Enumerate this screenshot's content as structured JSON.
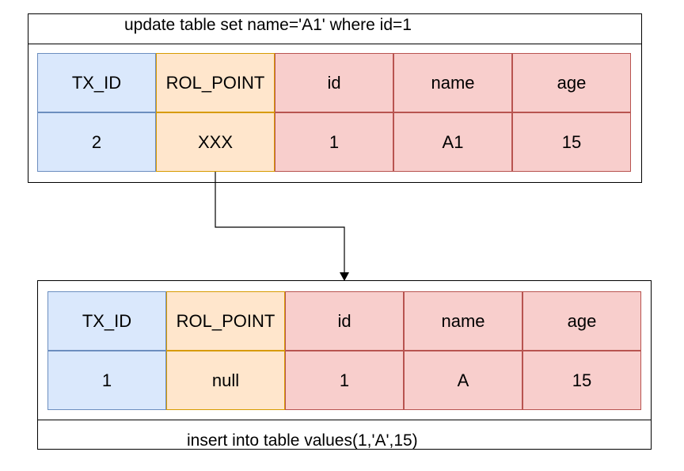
{
  "top_record": {
    "statement": "update table set name='A1' where id=1",
    "columns": [
      "TX_ID",
      "ROL_POINT",
      "id",
      "name",
      "age"
    ],
    "values": [
      "2",
      "XXX",
      "1",
      "A1",
      "15"
    ]
  },
  "bottom_record": {
    "statement": "insert into table values(1,'A',15)",
    "columns": [
      "TX_ID",
      "ROL_POINT",
      "id",
      "name",
      "age"
    ],
    "values": [
      "1",
      "null",
      "1",
      "A",
      "15"
    ]
  },
  "colors": {
    "blue_fill": "#dae8fc",
    "blue_stroke": "#6c8ebf",
    "orange_fill": "#ffe6cc",
    "orange_stroke": "#d79b00",
    "red_fill": "#f8cecc",
    "red_stroke": "#b85450"
  }
}
